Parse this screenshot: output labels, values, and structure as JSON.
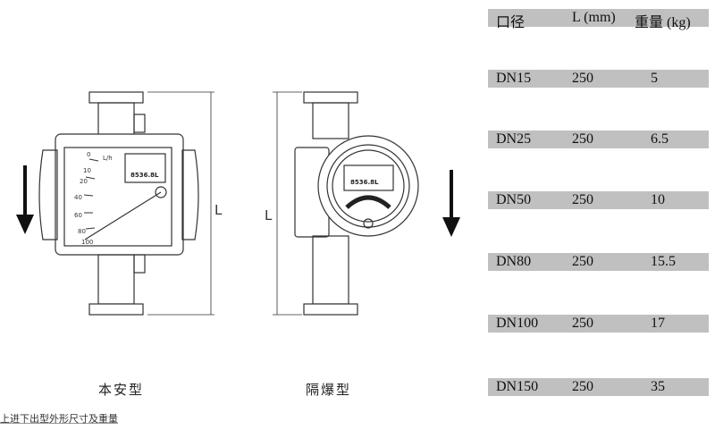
{
  "table": {
    "headers": [
      "口径",
      "L (mm)",
      "重量  (kg)"
    ],
    "rows": [
      [
        "DN15",
        "250",
        "5"
      ],
      [
        "DN25",
        "250",
        "6.5"
      ],
      [
        "DN50",
        "250",
        "10"
      ],
      [
        "DN80",
        "250",
        "15.5"
      ],
      [
        "DN100",
        "250",
        "17"
      ],
      [
        "DN150",
        "250",
        "35"
      ]
    ]
  },
  "drawings": {
    "left_label": "本安型",
    "right_label": "隔爆型",
    "dimension_label": "L",
    "scale_ticks": [
      "0",
      "10",
      "20",
      "40",
      "60",
      "80",
      "100"
    ],
    "unit": "L/h",
    "lcd_reading": "8536.8L"
  },
  "caption": "上进下出型外形尺寸及重量"
}
